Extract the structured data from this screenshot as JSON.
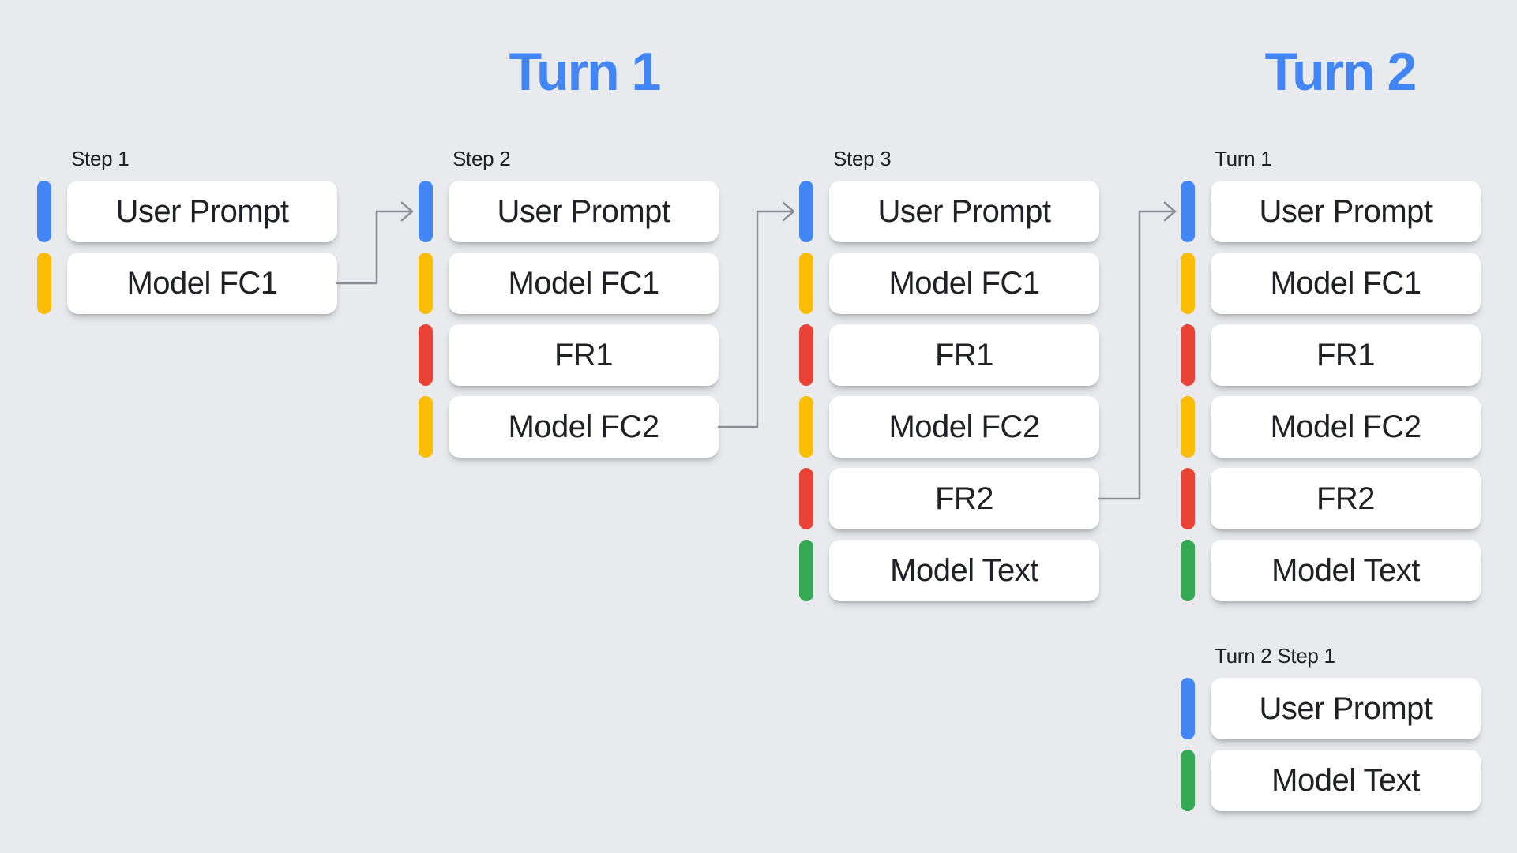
{
  "headings": {
    "turn1": "Turn 1",
    "turn2": "Turn 2"
  },
  "colors": {
    "user": "#4285F4",
    "model_fc": "#FBBC04",
    "function_response": "#EA4335",
    "model_text": "#34A853",
    "heading": "#4285F4",
    "arrow": "#8A8E92",
    "text": "#202124",
    "box": "#FFFFFF",
    "background": "#E9EAED"
  },
  "columns": [
    {
      "label": "Step 1",
      "rows": [
        {
          "type": "user",
          "text": "User Prompt"
        },
        {
          "type": "model_fc",
          "text": "Model FC1"
        }
      ]
    },
    {
      "label": "Step 2",
      "rows": [
        {
          "type": "user",
          "text": "User Prompt"
        },
        {
          "type": "model_fc",
          "text": "Model FC1"
        },
        {
          "type": "function_response",
          "text": "FR1"
        },
        {
          "type": "model_fc",
          "text": "Model FC2"
        }
      ]
    },
    {
      "label": "Step 3",
      "rows": [
        {
          "type": "user",
          "text": "User Prompt"
        },
        {
          "type": "model_fc",
          "text": "Model FC1"
        },
        {
          "type": "function_response",
          "text": "FR1"
        },
        {
          "type": "model_fc",
          "text": "Model FC2"
        },
        {
          "type": "function_response",
          "text": "FR2"
        },
        {
          "type": "model_text",
          "text": "Model Text"
        }
      ]
    },
    {
      "label": "Turn 1",
      "rows": [
        {
          "type": "user",
          "text": "User Prompt"
        },
        {
          "type": "model_fc",
          "text": "Model FC1"
        },
        {
          "type": "function_response",
          "text": "FR1"
        },
        {
          "type": "model_fc",
          "text": "Model FC2"
        },
        {
          "type": "function_response",
          "text": "FR2"
        },
        {
          "type": "model_text",
          "text": "Model Text"
        }
      ]
    },
    {
      "label": "Turn 2 Step 1",
      "rows": [
        {
          "type": "user",
          "text": "User Prompt"
        },
        {
          "type": "model_text",
          "text": "Model Text"
        }
      ]
    }
  ],
  "arrows": [
    {
      "from": "step1-model-fc1",
      "to": "step2-user-prompt"
    },
    {
      "from": "step2-model-fc2",
      "to": "step3-user-prompt"
    },
    {
      "from": "step3-fr2",
      "to": "turn1-user-prompt"
    }
  ]
}
